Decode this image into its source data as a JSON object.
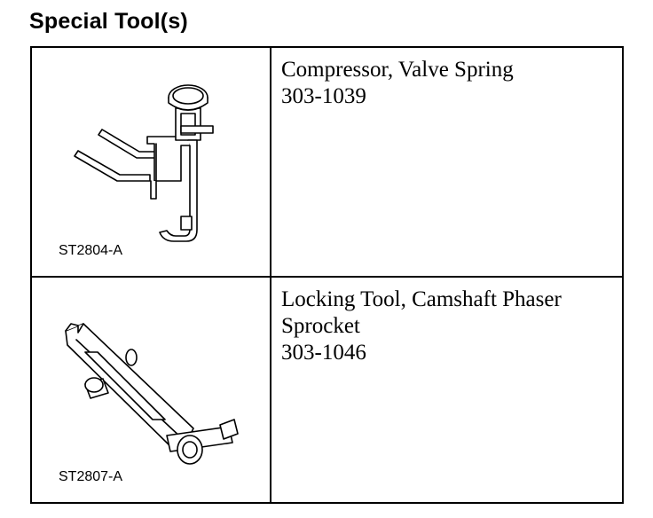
{
  "header": {
    "title": "Special Tool(s)"
  },
  "tools": [
    {
      "figure_id": "ST2804-A",
      "name": "Compressor, Valve Spring",
      "name_line2": "",
      "part_number": "303-1039",
      "icon": "valve-spring-compressor-illustration"
    },
    {
      "figure_id": "ST2807-A",
      "name": "Locking Tool, Camshaft Phaser",
      "name_line2": "Sprocket",
      "part_number": "303-1046",
      "icon": "camshaft-phaser-locking-tool-illustration"
    }
  ]
}
